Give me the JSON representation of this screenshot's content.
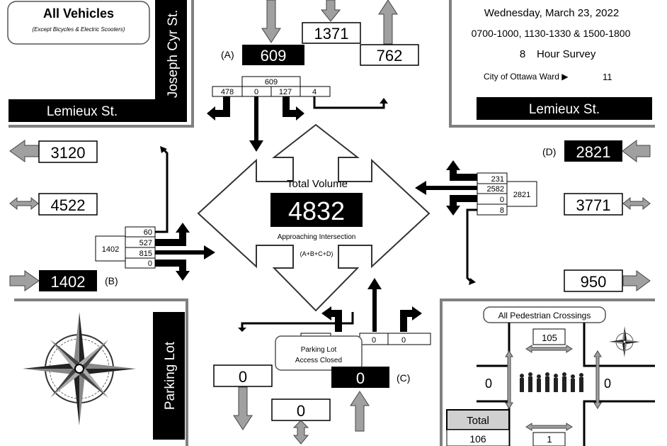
{
  "title": {
    "main": "All Vehicles",
    "subtitle": "(Except Bicycles & Electric Scooters)"
  },
  "streets": {
    "north_left": "Lemieux St.",
    "north_cross": "Joseph Cyr St.",
    "north_right": "Lemieux St.",
    "south_left": "Parking Lot"
  },
  "survey": {
    "date": "Wednesday, March 23, 2022",
    "periods": "0700-1000, 1130-1330 & 1500-1800",
    "hours_number": "8",
    "hours_label": "Hour Survey",
    "ward_label": "City of Ottawa Ward ▶",
    "ward_number": "11"
  },
  "total": {
    "label": "Total Volume",
    "value": "4832",
    "approach_label": "Approaching Intersection",
    "formula": "(A+B+C+D)"
  },
  "north": {
    "letter": "(A)",
    "approach": "609",
    "two_way": "1371",
    "departing": "762",
    "turn_total": "609",
    "turns": [
      "478",
      "0",
      "127",
      "4"
    ]
  },
  "west": {
    "letter": "(B)",
    "departing": "3120",
    "two_way": "4522",
    "approach": "1402",
    "turn_total": "1402",
    "turns": [
      "60",
      "527",
      "815",
      "0"
    ]
  },
  "east": {
    "letter": "(D)",
    "approach": "2821",
    "two_way": "3771",
    "departing": "950",
    "turn_total": "2821",
    "turns": [
      "231",
      "2582",
      "0",
      "8"
    ]
  },
  "south": {
    "letter": "(C)",
    "approach": "0",
    "two_way": "0",
    "departing": "0",
    "turns": [
      "0",
      "0"
    ],
    "closed_note_line1": "Parking Lot",
    "closed_note_line2": "Access Closed"
  },
  "pedestrians": {
    "title": "All Pedestrian Crossings",
    "north": "105",
    "west": "0",
    "east": "0",
    "south": "1",
    "total_label": "Total",
    "total_value": "106"
  }
}
